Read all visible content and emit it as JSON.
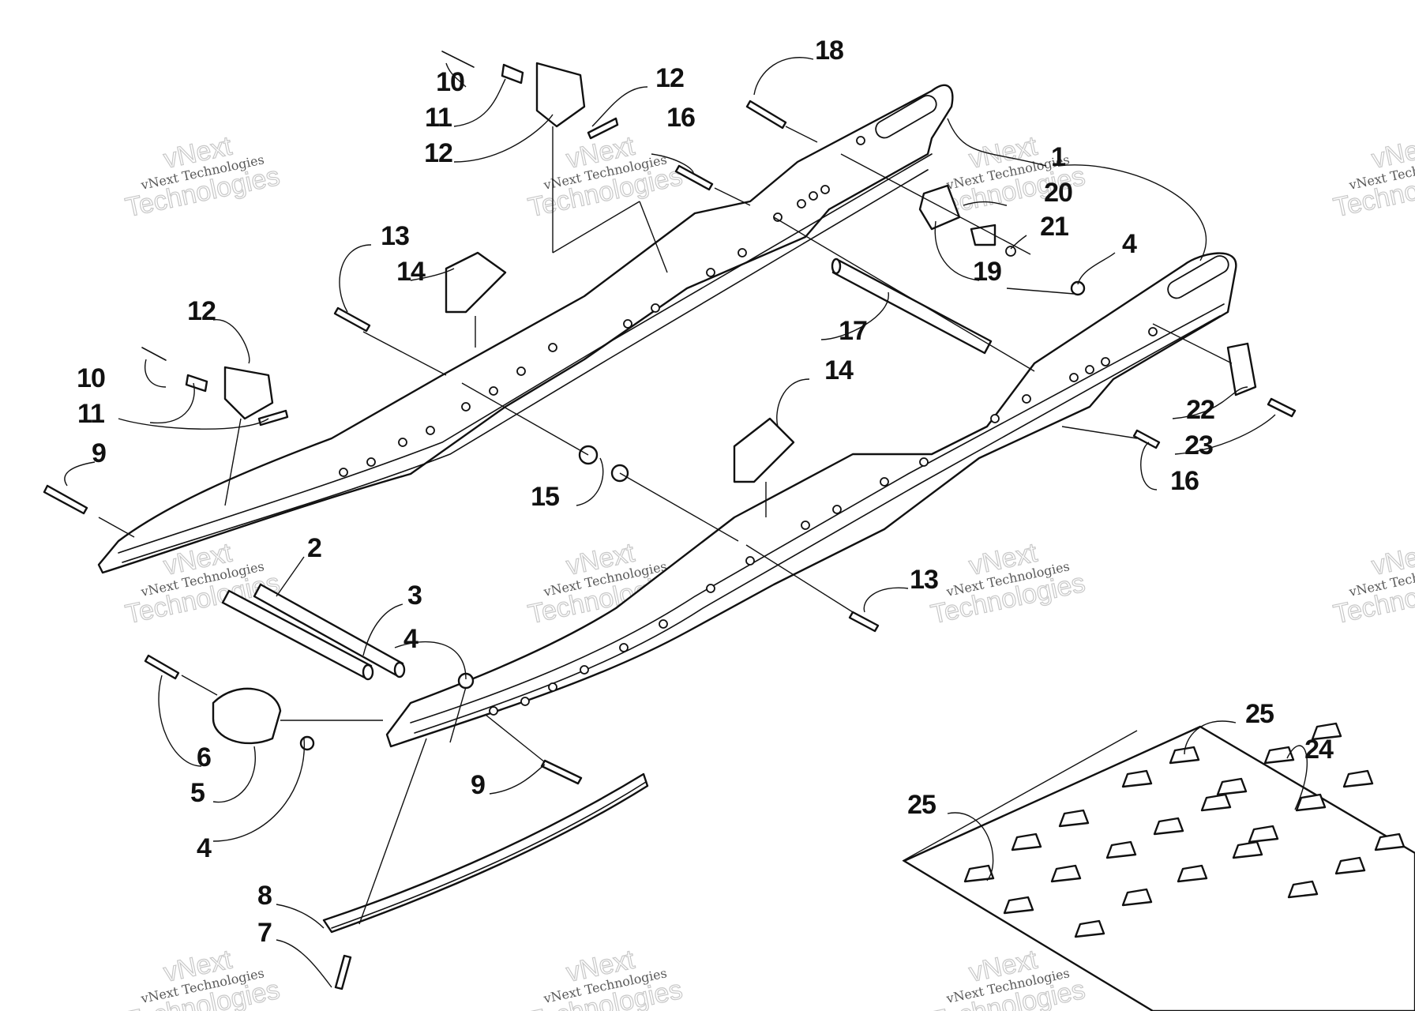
{
  "watermark": {
    "line1": "vNext",
    "line2": "vNext Technologies",
    "line3": "Technologies"
  },
  "callouts": [
    {
      "label": "1"
    },
    {
      "label": "2"
    },
    {
      "label": "3"
    },
    {
      "label": "4"
    },
    {
      "label": "4"
    },
    {
      "label": "4"
    },
    {
      "label": "5"
    },
    {
      "label": "6"
    },
    {
      "label": "7"
    },
    {
      "label": "8"
    },
    {
      "label": "9"
    },
    {
      "label": "9"
    },
    {
      "label": "10"
    },
    {
      "label": "10"
    },
    {
      "label": "11"
    },
    {
      "label": "11"
    },
    {
      "label": "12"
    },
    {
      "label": "12"
    },
    {
      "label": "12"
    },
    {
      "label": "13"
    },
    {
      "label": "13"
    },
    {
      "label": "14"
    },
    {
      "label": "14"
    },
    {
      "label": "15"
    },
    {
      "label": "16"
    },
    {
      "label": "16"
    },
    {
      "label": "17"
    },
    {
      "label": "18"
    },
    {
      "label": "19"
    },
    {
      "label": "20"
    },
    {
      "label": "21"
    },
    {
      "label": "22"
    },
    {
      "label": "23"
    },
    {
      "label": "24"
    },
    {
      "label": "25"
    },
    {
      "label": "25"
    }
  ]
}
